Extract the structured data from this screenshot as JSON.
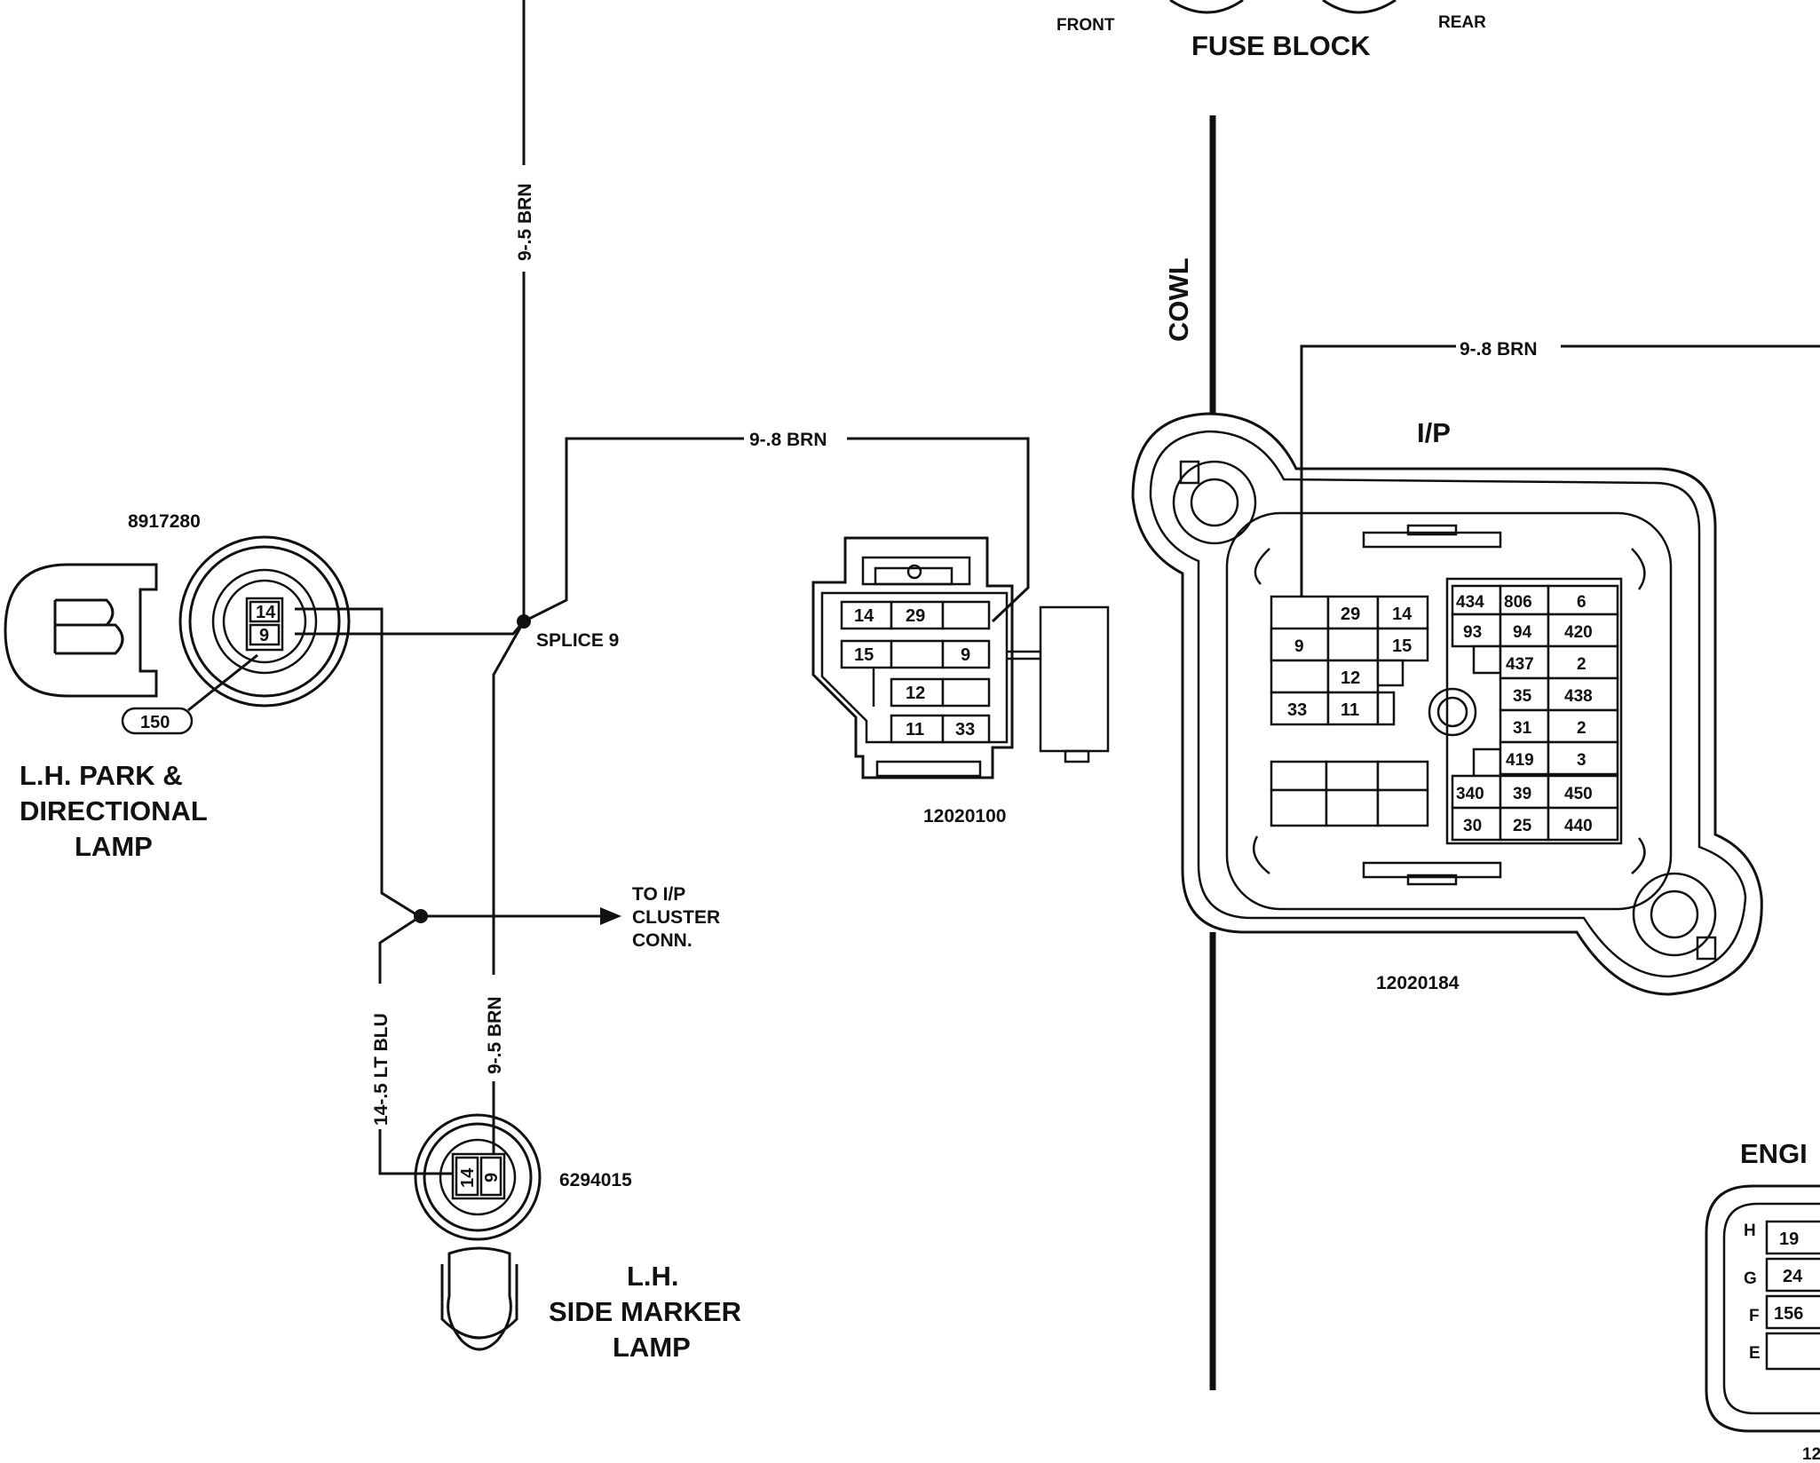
{
  "fuse_block": {
    "title": "FUSE BLOCK",
    "front": "FRONT",
    "rear": "REAR"
  },
  "cowl": "COWL",
  "ip_label": "I/P",
  "wires": {
    "w1": "9-.5 BRN",
    "w2": "9-.8 BRN",
    "w3": "9-.8 BRN",
    "w4": "14-.5 LT BLU",
    "w5": "9-.5 BRN"
  },
  "splice": "SPLICE 9",
  "to_cluster": [
    "TO I/P",
    "CLUSTER",
    "CONN."
  ],
  "park_lamp": {
    "part": "8917280",
    "ground": "150",
    "label": [
      "L.H. PARK &",
      "DIRECTIONAL",
      "LAMP"
    ],
    "pins": [
      "14",
      "9"
    ]
  },
  "side_marker": {
    "part": "6294015",
    "label": [
      "L.H.",
      "SIDE MARKER",
      "LAMP"
    ],
    "pins": [
      "14",
      "9"
    ]
  },
  "conn_mid": {
    "part": "12020100",
    "cavities": [
      "14",
      "29",
      "15",
      "9",
      "12",
      "11",
      "33"
    ]
  },
  "conn_ip": {
    "part": "12020184",
    "left_block": [
      "29",
      "14",
      "9",
      "15",
      "12",
      "33",
      "11"
    ],
    "right_block": [
      "434",
      "806",
      "6",
      "93",
      "94",
      "420",
      "437",
      "2",
      "35",
      "438",
      "31",
      "2",
      "419",
      "3",
      "340",
      "39",
      "450",
      "30",
      "25",
      "440"
    ]
  },
  "engine": {
    "title": "ENGI",
    "rows": [
      "H",
      "G",
      "F",
      "E"
    ],
    "cavities": [
      "19",
      "24",
      "156"
    ],
    "part": "12"
  }
}
